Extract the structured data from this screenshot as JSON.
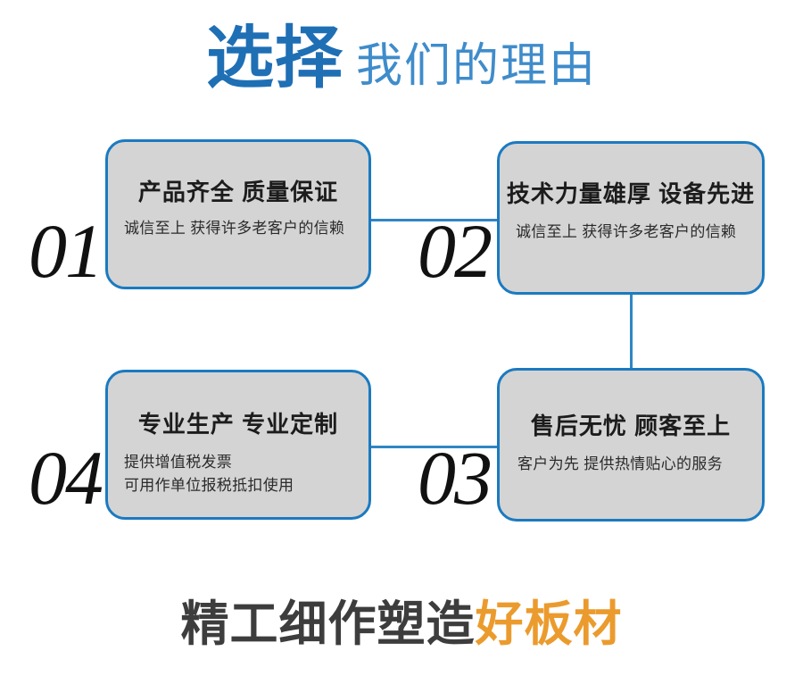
{
  "header": {
    "emphasis": "选择",
    "rest": "我们的理由"
  },
  "cards": [
    {
      "number": "01",
      "title": "产品齐全 质量保证",
      "body": "诚信至上 获得许多老客户的信赖"
    },
    {
      "number": "02",
      "title": "技术力量雄厚 设备先进",
      "body": "诚信至上 获得许多老客户的信赖"
    },
    {
      "number": "03",
      "title": "售后无忧 顾客至上",
      "body": "客户为先 提供热情贴心的服务"
    },
    {
      "number": "04",
      "title": "专业生产 专业定制",
      "body": "提供增值税发票\n可用作单位报税抵扣使用"
    }
  ],
  "footer": {
    "lead": "精工细作塑造",
    "accent": "好板材"
  },
  "colors": {
    "brand_blue_dark": "#1f6fb5",
    "brand_blue_light": "#3f8ccb",
    "card_border": "#1b7ac0",
    "card_background": "#d4d4d4",
    "connector": "#2f86c5",
    "footer_dark": "#3d3d3d",
    "footer_accent": "#eb9b2d",
    "number_color": "#111111"
  }
}
